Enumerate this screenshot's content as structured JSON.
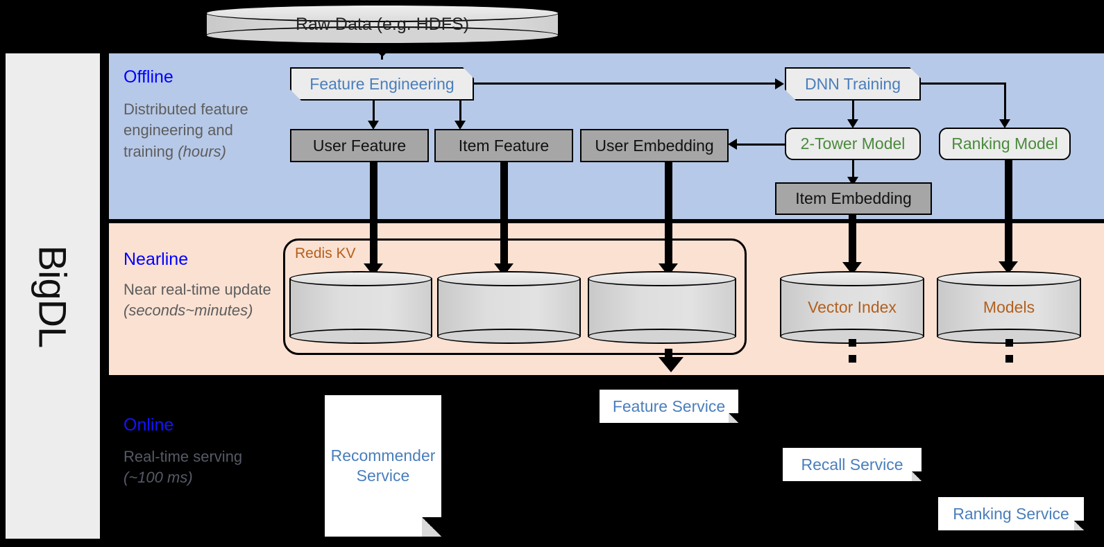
{
  "framework": {
    "name": "BigDL"
  },
  "bands": [
    {
      "id": "offline",
      "title": "Offline",
      "desc_main": "Distributed feature engineering and training ",
      "desc_em": "(hours)",
      "bg": "#b7c9e8",
      "title_color": "#0000ff"
    },
    {
      "id": "nearline",
      "title": "Nearline",
      "desc_main": "Near real-time update ",
      "desc_em": "(seconds~minutes)",
      "bg": "#fae1d2",
      "title_color": "#0000ff"
    },
    {
      "id": "online",
      "title": "Online",
      "desc_main": "Real-time serving ",
      "desc_em": "(~100 ms)",
      "bg": "#000000",
      "title_color": "#1414ff"
    }
  ],
  "source": {
    "raw_data_label": "Raw Data (e.g. HDFS)"
  },
  "offline": {
    "feature_engineering": "Feature Engineering",
    "dnn_training": "DNN Training",
    "two_tower_model": "2-Tower Model",
    "ranking_model": "Ranking Model",
    "user_feature": "User Feature",
    "item_feature": "Item Feature",
    "user_embedding": "User Embedding",
    "item_embedding": "Item Embedding"
  },
  "nearline": {
    "redis_group_label": "Redis KV",
    "stores": [
      "",
      "",
      ""
    ],
    "vector_index": "Vector Index",
    "models": "Models"
  },
  "online": {
    "recommender_service": "Recommender Service",
    "feature_service": "Feature Service",
    "recall_service": "Recall Service",
    "ranking_service": "Ranking Service"
  },
  "colors": {
    "offline_bg": "#b7c9e8",
    "nearline_bg": "#fae1d2",
    "online_bg": "#000000",
    "band_title": "#0000ff",
    "band_desc": "#5d5d5d",
    "blue_text": "#4a7ebb",
    "green_text": "#4a8a3c",
    "orange_text": "#b45f1c",
    "grey_box": "#a6a6a6",
    "card_fill": "#ececec",
    "rail_fill": "#ededed"
  }
}
